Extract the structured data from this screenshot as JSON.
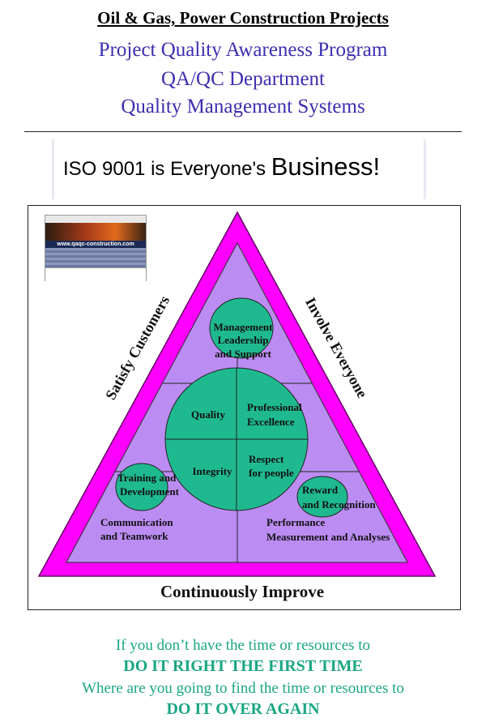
{
  "header": {
    "line1": "Oil & Gas, Power Construction Projects",
    "line2": "Project Quality Awareness Program",
    "line3": "QA/QC Department",
    "line4": "Quality Management Systems"
  },
  "banner": {
    "part1": "ISO 9001 is Everyone's ",
    "part2": "Business",
    "part3": "!"
  },
  "logo": {
    "url": "www.qaqc-construction.com"
  },
  "triangle": {
    "left_side": "Satisfy Customers",
    "right_side": "Involve Everyone",
    "bottom": "Continuously Improve",
    "management_1": "Management",
    "management_2": "Leadership",
    "management_3": "and Support",
    "quality": "Quality",
    "professional_1": "Professional",
    "professional_2": "Excellence",
    "integrity": "Integrity",
    "respect_1": "Respect",
    "respect_2": "for people",
    "training_1": "Training and",
    "training_2": "Development",
    "reward_1": "Reward",
    "reward_2": "and Recognition",
    "communication_1": "Communication",
    "communication_2": "and Teamwork",
    "performance_1": "Performance",
    "performance_2": "Measurement and Analyses"
  },
  "footer": {
    "q1": "If you don’t have the time or resources to",
    "e1": "DO IT RIGHT THE FIRST TIME",
    "q2": "Where are you going to find the time or resources to",
    "e2": "DO IT OVER AGAIN"
  },
  "colors": {
    "magenta": "#ff00ff",
    "lavender": "#bb8cf2",
    "green": "#1fb98f",
    "title_blue": "#3b2fb0",
    "footer_green": "#19a683"
  }
}
